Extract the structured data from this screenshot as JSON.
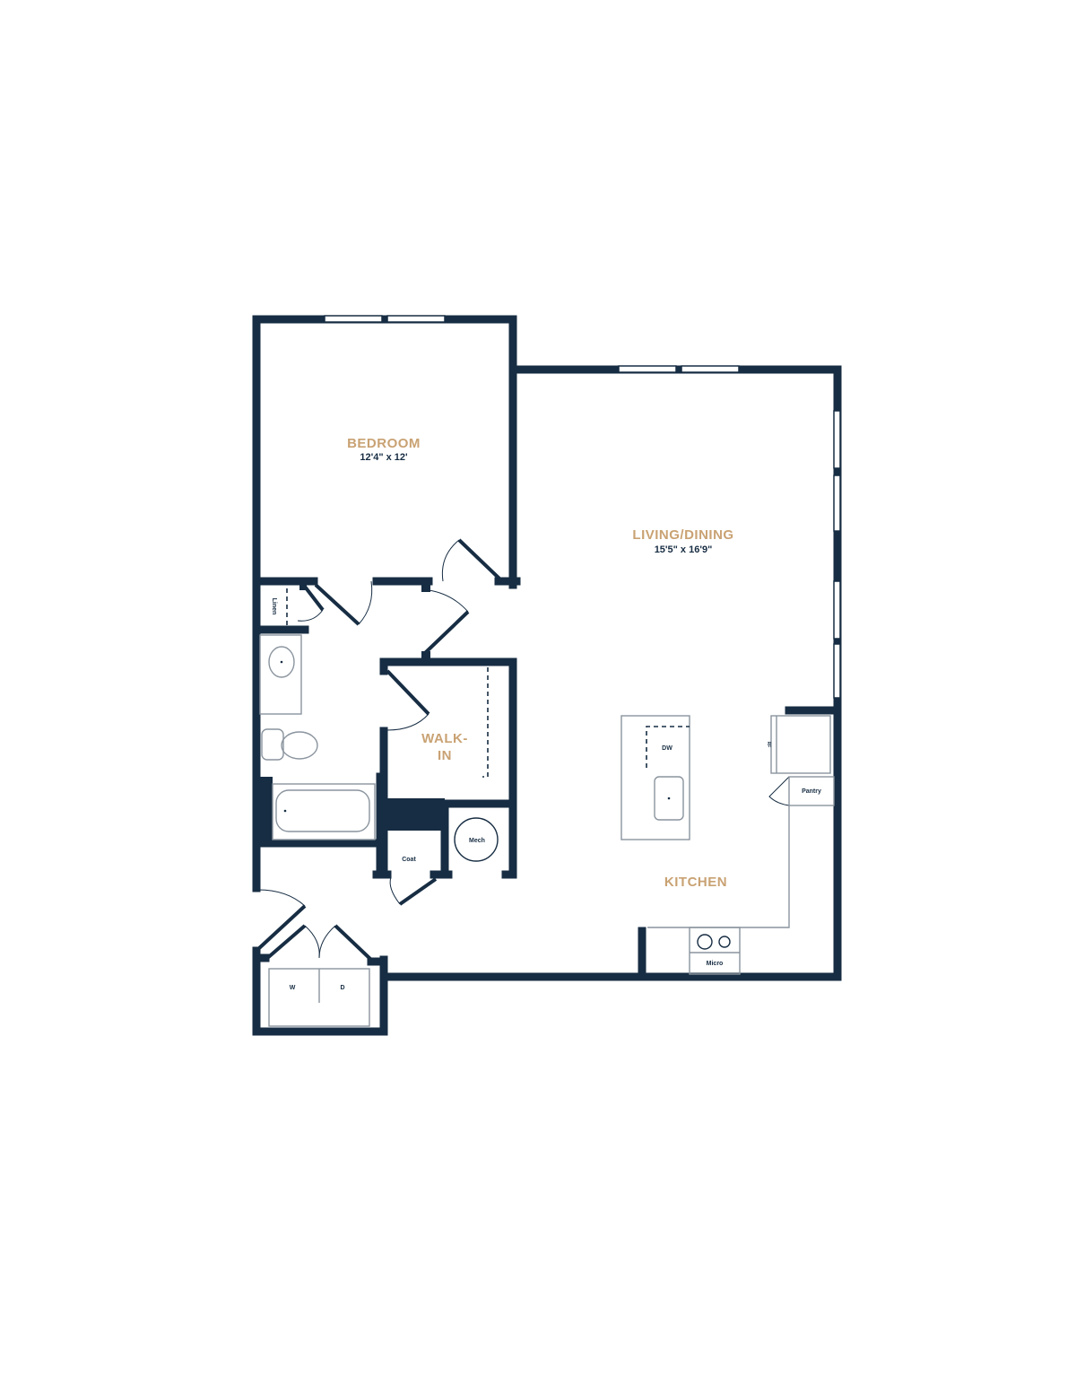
{
  "rooms": {
    "bedroom": {
      "label": "BEDROOM",
      "dimensions": "12'4\" x 12'"
    },
    "living": {
      "label": "LIVING/DINING",
      "dimensions": "15'5\" x 16'9\""
    },
    "walkin": {
      "label_line1": "WALK-",
      "label_line2": "IN"
    },
    "kitchen": {
      "label": "KITCHEN"
    }
  },
  "fixtures": {
    "linen": "Linen",
    "coat": "Coat",
    "mech": "Mech",
    "dishwasher": "DW",
    "pantry": "Pantry",
    "micro": "Micro",
    "washer": "W",
    "dryer": "D",
    "refrigerator": "RF"
  },
  "colors": {
    "wall": "#172d43",
    "room_label": "#c9a273"
  }
}
